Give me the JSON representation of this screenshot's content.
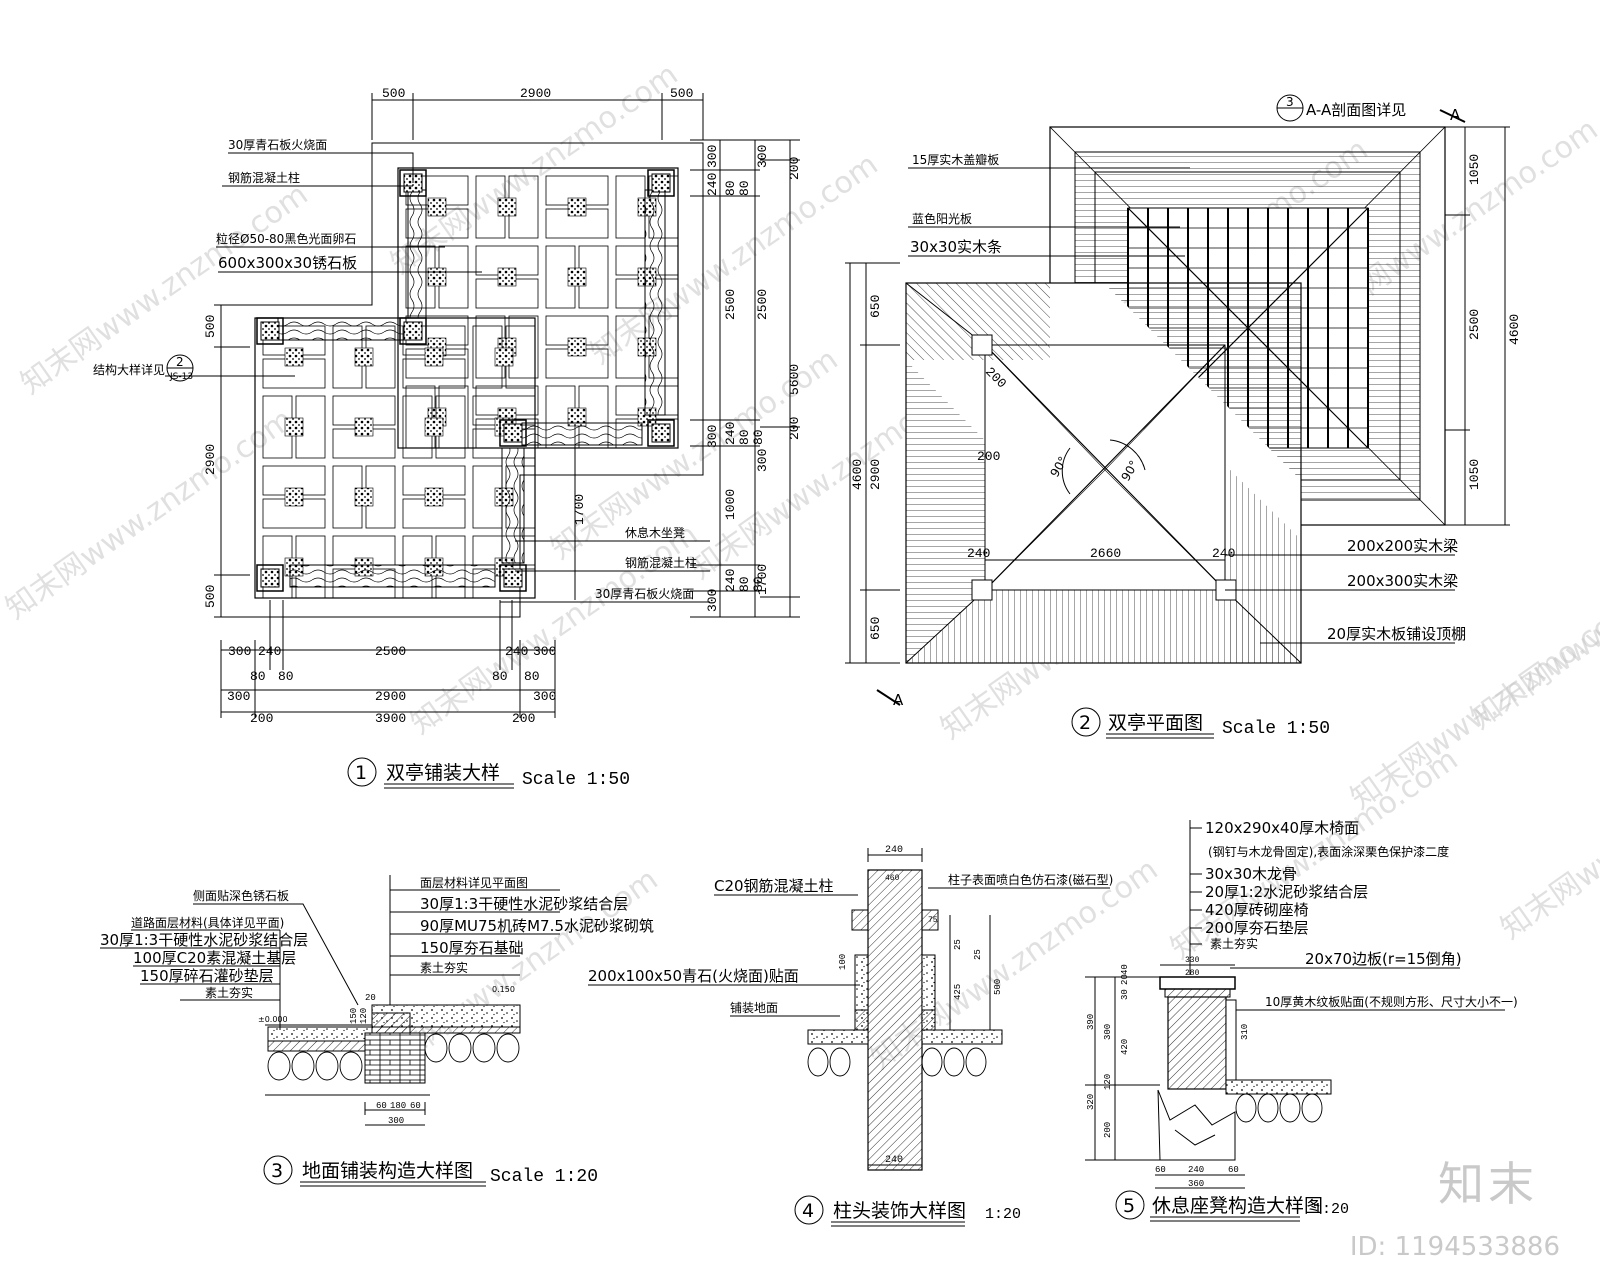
{
  "brand": "知末",
  "image_id": "ID: 1194533886",
  "watermark": "知末网www.znzmo.com",
  "figure1": {
    "num": "1",
    "title": "双亭铺装大样",
    "scale": "Scale 1:50",
    "dims_top": [
      "500",
      "2900",
      "500"
    ],
    "dims_bottom1": [
      "300",
      "240",
      "2500",
      "240",
      "300"
    ],
    "dims_bottom1b": [
      "80",
      "80",
      "80",
      "80"
    ],
    "dims_bottom2": [
      "300",
      "2900",
      "300"
    ],
    "dims_bottom3": [
      "200",
      "3900",
      "200"
    ],
    "dims_left": [
      "500",
      "2900",
      "500"
    ],
    "dims_right1": [
      "300",
      "240",
      "80",
      "80",
      "2500",
      "300",
      "240",
      "80",
      "80",
      "1000",
      "300",
      "240",
      "80",
      "80"
    ],
    "dims_right2": [
      "300",
      "2500",
      "300",
      "1700"
    ],
    "dims_right3": [
      "200",
      "5600",
      "200"
    ],
    "dim_1700_inner": "1700",
    "ref_num": "2",
    "ref_sheet": "JS-13",
    "labels": {
      "l1": "30厚青石板火烧面",
      "l2": "钢筋混凝土柱",
      "l3": "粒径Ø50-80黑色光面卵石",
      "l4": "600x300x30锈石板",
      "l5": "结构大样详见",
      "l6": "休息木坐凳",
      "l7": "钢筋混凝土柱",
      "l8": "30厚青石板火烧面"
    }
  },
  "figure2": {
    "num": "2",
    "title": "双亭平面图",
    "scale": "Scale 1:50",
    "section_ref_num": "3",
    "section_ref_text": "A-A剖面图详见",
    "section_mark": "A",
    "dims_right": [
      "1050",
      "2500",
      "1050"
    ],
    "dim_right_total": "4600",
    "dims_left": [
      "650",
      "2900",
      "650"
    ],
    "dim_left_total": "4600",
    "dim_inner": [
      "200",
      "200",
      "2660",
      "240",
      "240"
    ],
    "angles": [
      "90°",
      "90°"
    ],
    "labels": {
      "l1": "15厚实木盖瓣板",
      "l2": "蓝色阳光板",
      "l3": "30x30实木条",
      "l4": "200x200实木梁",
      "l5": "200x300实木梁",
      "l6": "20厚实木板铺设顶棚"
    }
  },
  "figure3": {
    "num": "3",
    "title": "地面铺装构造大样图",
    "scale": "Scale 1:20",
    "labels_left": [
      "侧面贴深色锈石板",
      "道路面层材料(具体详见平面)",
      "30厚1:3干硬性水泥砂浆结合层",
      "100厚C20素混凝土基层",
      "150厚碎石灌砂垫层",
      "素土夯实"
    ],
    "labels_right": [
      "面层材料详见平面图",
      "30厚1:3干硬性水泥砂浆结合层",
      "90厚MU75机砖M7.5水泥砂浆砌筑",
      "150厚夯石基础",
      "素土夯实"
    ],
    "dims": [
      "20",
      "150",
      "120",
      "300",
      "60",
      "180",
      "60"
    ],
    "elev": [
      "±0.000",
      "0.150"
    ]
  },
  "figure4": {
    "num": "4",
    "title": "柱头装饰大样图",
    "scale": "1:20",
    "labels": [
      "C20钢筋混凝土柱",
      "柱子表面喷白色仿石漆(磁石型)",
      "200x100x50青石(火烧面)贴面",
      "铺装地面"
    ],
    "dims": [
      "240",
      "460",
      "75",
      "25",
      "425",
      "25",
      "500",
      "100",
      "240"
    ]
  },
  "figure5": {
    "num": "5",
    "title": "休息座凳构造大样图",
    "scale": "1:20",
    "labels": [
      "120x290x40厚木椅面",
      "(钢钉与木龙骨固定),表面涂深栗色保护漆二度",
      "30x30木龙骨",
      "20厚1:2水泥砂浆结合层",
      "420厚砖砌座椅",
      "200厚夯石垫层",
      "素土夯实",
      "20x70边板(r=15倒角)",
      "10厚黄木纹板贴面(不规则方形、尺寸大小不一)"
    ],
    "dims_left": [
      "390",
      "300",
      "120",
      "320",
      "200",
      "420",
      "30",
      "20",
      "40"
    ],
    "dims_bottom": [
      "60",
      "240",
      "60",
      "360"
    ],
    "dims_top": [
      "330",
      "280"
    ],
    "dim_right": "310"
  }
}
